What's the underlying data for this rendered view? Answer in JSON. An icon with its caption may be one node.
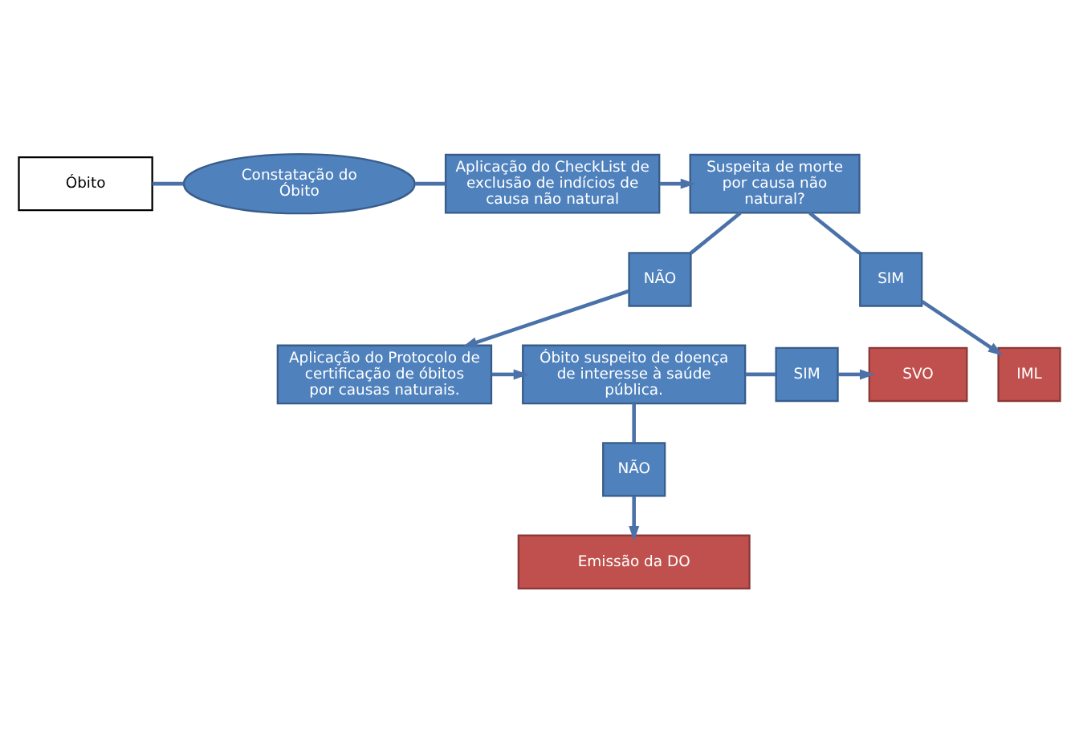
{
  "diagram": {
    "nodes": [
      {
        "text": [
          "Óbito"
        ]
      },
      {
        "text": [
          "Constatação do Óbito"
        ]
      },
      {
        "text": [
          "Aplicação do CheckList de exclusão de indícios de causa não natural"
        ]
      },
      {
        "text": [
          "Suspeita de morte por causa não natural?"
        ]
      },
      {
        "text": [
          "NÃO"
        ]
      },
      {
        "text": [
          "SIM"
        ]
      },
      {
        "text": [
          "IML"
        ]
      },
      {
        "text": [
          "Aplicação do Protocolo de certificação de óbitos por causas naturais."
        ]
      },
      {
        "text": [
          "Óbito suspeito de doença de interesse à saúde pública."
        ]
      },
      {
        "text": [
          "SIM"
        ]
      },
      {
        "text": [
          "SVO"
        ]
      },
      {
        "text": [
          "NÃO"
        ]
      },
      {
        "text": [
          "Emissão da DO"
        ]
      }
    ],
    "edges": [
      {
        "from": 0,
        "to": 1,
        "arrow": "none"
      },
      {
        "from": 1,
        "to": 2,
        "arrow": "none"
      },
      {
        "from": 2,
        "to": 3,
        "arrow": "to"
      },
      {
        "from": 3,
        "to": 4,
        "arrow": "none"
      },
      {
        "from": 4,
        "to": 7,
        "arrow": "to"
      },
      {
        "from": 3,
        "to": 5,
        "arrow": "none"
      },
      {
        "from": 5,
        "to": 6,
        "arrow": "to"
      },
      {
        "from": 7,
        "to": 8,
        "arrow": "to"
      },
      {
        "from": 8,
        "to": 9,
        "arrow": "none"
      },
      {
        "from": 9,
        "to": 10,
        "arrow": "to"
      },
      {
        "from": 8,
        "to": 11,
        "arrow": "none"
      },
      {
        "from": 11,
        "to": 12,
        "arrow": "to"
      }
    ]
  }
}
